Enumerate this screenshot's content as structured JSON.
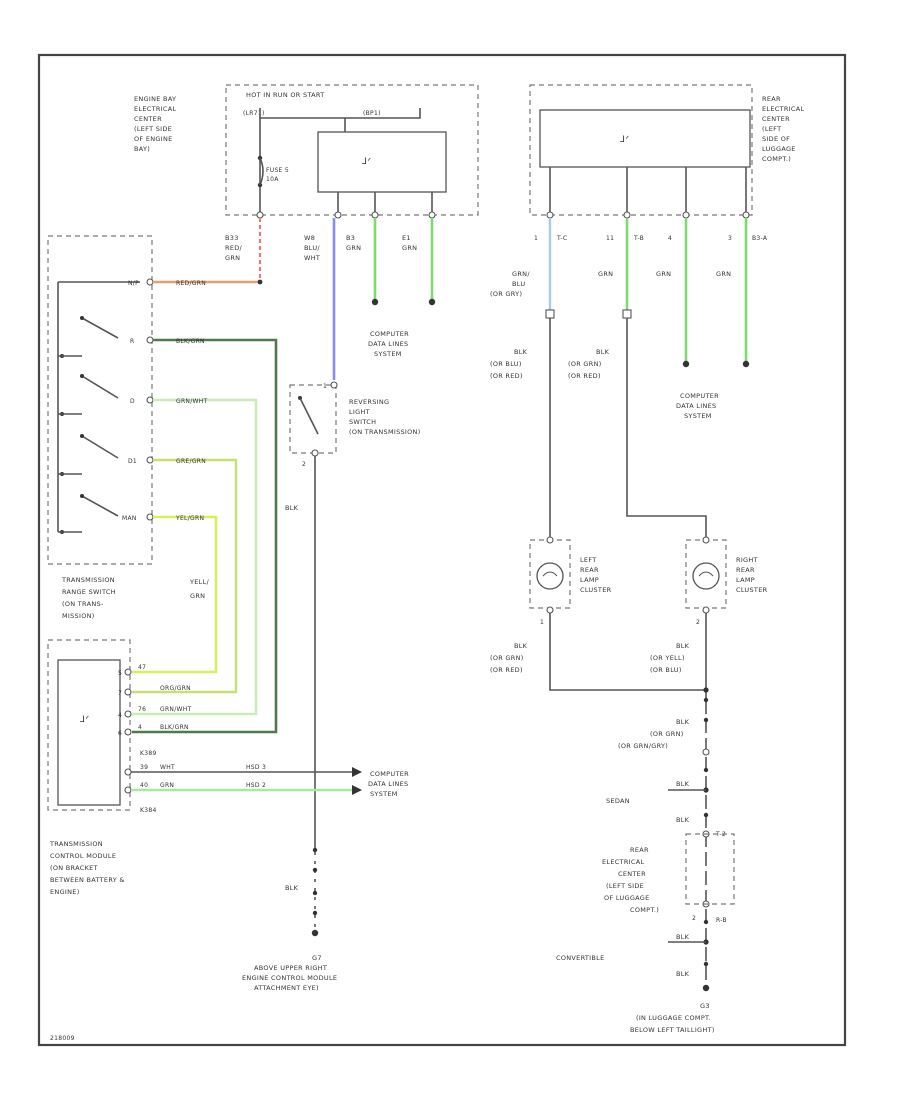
{
  "diagram": {
    "fuse_block": {
      "title": "HOT IN RUN OR START",
      "feed_left": "(LR71)",
      "feed_right": "(BP1)",
      "location": [
        "ENGINE BAY",
        "ELECTRICAL",
        "CENTER",
        "(LEFT SIDE",
        "OF ENGINE",
        "BAY)"
      ],
      "fuse_label": [
        "FUSE 5",
        "10A"
      ]
    },
    "rear_center": {
      "location": [
        "REAR",
        "ELECTRICAL",
        "CENTER",
        "(LEFT",
        "SIDE OF",
        "LUGGAGE",
        "COMPT.)"
      ]
    },
    "wire_labels": {
      "red_grn": [
        "B33",
        "RED/",
        "GRN"
      ],
      "blu_wht": [
        "W8",
        "BLU/",
        "WHT"
      ],
      "grn_b3": [
        "B3",
        "GRN"
      ],
      "grn_e1": [
        "E1",
        "GRN"
      ],
      "rc_pins": [
        "1",
        "T-C",
        "11",
        "T-B",
        "4",
        "3",
        "B3-A"
      ],
      "grn_blu": [
        "GRN/",
        "BLU",
        "(OR GRY)"
      ],
      "grn_a": "GRN",
      "grn_b": "GRN",
      "grn_c": "GRN",
      "blk_blu": [
        "BLK",
        "(OR BLU)",
        "(OR RED)"
      ],
      "blk_grn": [
        "BLK",
        "(OR GRN)",
        "(OR RED)"
      ],
      "red_grn2": "RED/GRN",
      "blk_grn_tr": "BLK/GRN",
      "grn_wht": "GRN/WHT",
      "gre_grn": "GRE/GRN",
      "yel_grn": "YEL/GRN",
      "blk_vert": "BLK",
      "yell_grn_vert": [
        "YELL/",
        "GRN"
      ],
      "module_pins": [
        "47",
        "ORG/GRN",
        "76",
        "GRN/WHT",
        "4",
        "BLK/GRN"
      ],
      "module_pin_labels": [
        "5",
        "7",
        "4",
        "6"
      ],
      "k389": "K389",
      "k384": "K384",
      "data_a": [
        "39",
        "WHT",
        "HSD 3"
      ],
      "data_b": [
        "40",
        "GRN",
        "HSD 2"
      ],
      "rlc_left": [
        "BLK",
        "(OR GRN)",
        "(OR RED)"
      ],
      "rlc_right": [
        "BLK",
        "(OR YELL)",
        "(OR BLU)"
      ],
      "blk_grn_grn": [
        "BLK",
        "(OR GRN)",
        "(OR GRN/GRY)"
      ],
      "blk_sedan": "BLK",
      "blk_conv": "BLK",
      "blk_ground": "BLK",
      "blk_top": "BLK",
      "pin_t2": "T-2",
      "pin_2": "2",
      "pin_rb": "R-B",
      "pin_1": "1",
      "pin_2b": "2"
    },
    "labels": {
      "computer_data_1": [
        "COMPUTER",
        "DATA LINES",
        "SYSTEM"
      ],
      "computer_data_2": [
        "COMPUTER",
        "DATA LINES",
        "SYSTEM"
      ],
      "computer_data_3": [
        "COMPUTER",
        "DATA LINES",
        "SYSTEM"
      ],
      "reversing_switch": [
        "REVERSING",
        "LIGHT",
        "SWITCH",
        "(ON TRANSMISSION)"
      ],
      "range_switch": [
        "TRANSMISSION",
        "RANGE SWITCH",
        "(ON TRANS-",
        "MISSION)"
      ],
      "control_module": [
        "TRANSMISSION",
        "CONTROL MODULE",
        "(ON BRACKET",
        "BETWEEN BATTERY &",
        "ENGINE)"
      ],
      "left_lamp": [
        "LEFT",
        "REAR",
        "LAMP",
        "CLUSTER"
      ],
      "right_lamp": [
        "RIGHT",
        "REAR",
        "LAMP",
        "CLUSTER"
      ],
      "rear_center_2": [
        "REAR",
        "ELECTRICAL",
        "CENTER",
        "(LEFT SIDE",
        "OF LUGGAGE",
        "COMPT.)"
      ],
      "sedan": "SEDAN",
      "convertible": "CONVERTIBLE",
      "ground_g7": [
        "G7",
        "ABOVE UPPER RIGHT",
        "ENGINE CONTROL MODULE",
        "ATTACHMENT EYE)"
      ],
      "ground_g3": [
        "G3",
        "(IN LUGGAGE COMPT.",
        "BELOW LEFT TAILLIGHT)"
      ],
      "switch_pins": [
        "N/P",
        "R",
        "D",
        "D1",
        "MAN"
      ],
      "rs_pins": [
        "1",
        "2"
      ],
      "figure_id": "218009"
    }
  }
}
